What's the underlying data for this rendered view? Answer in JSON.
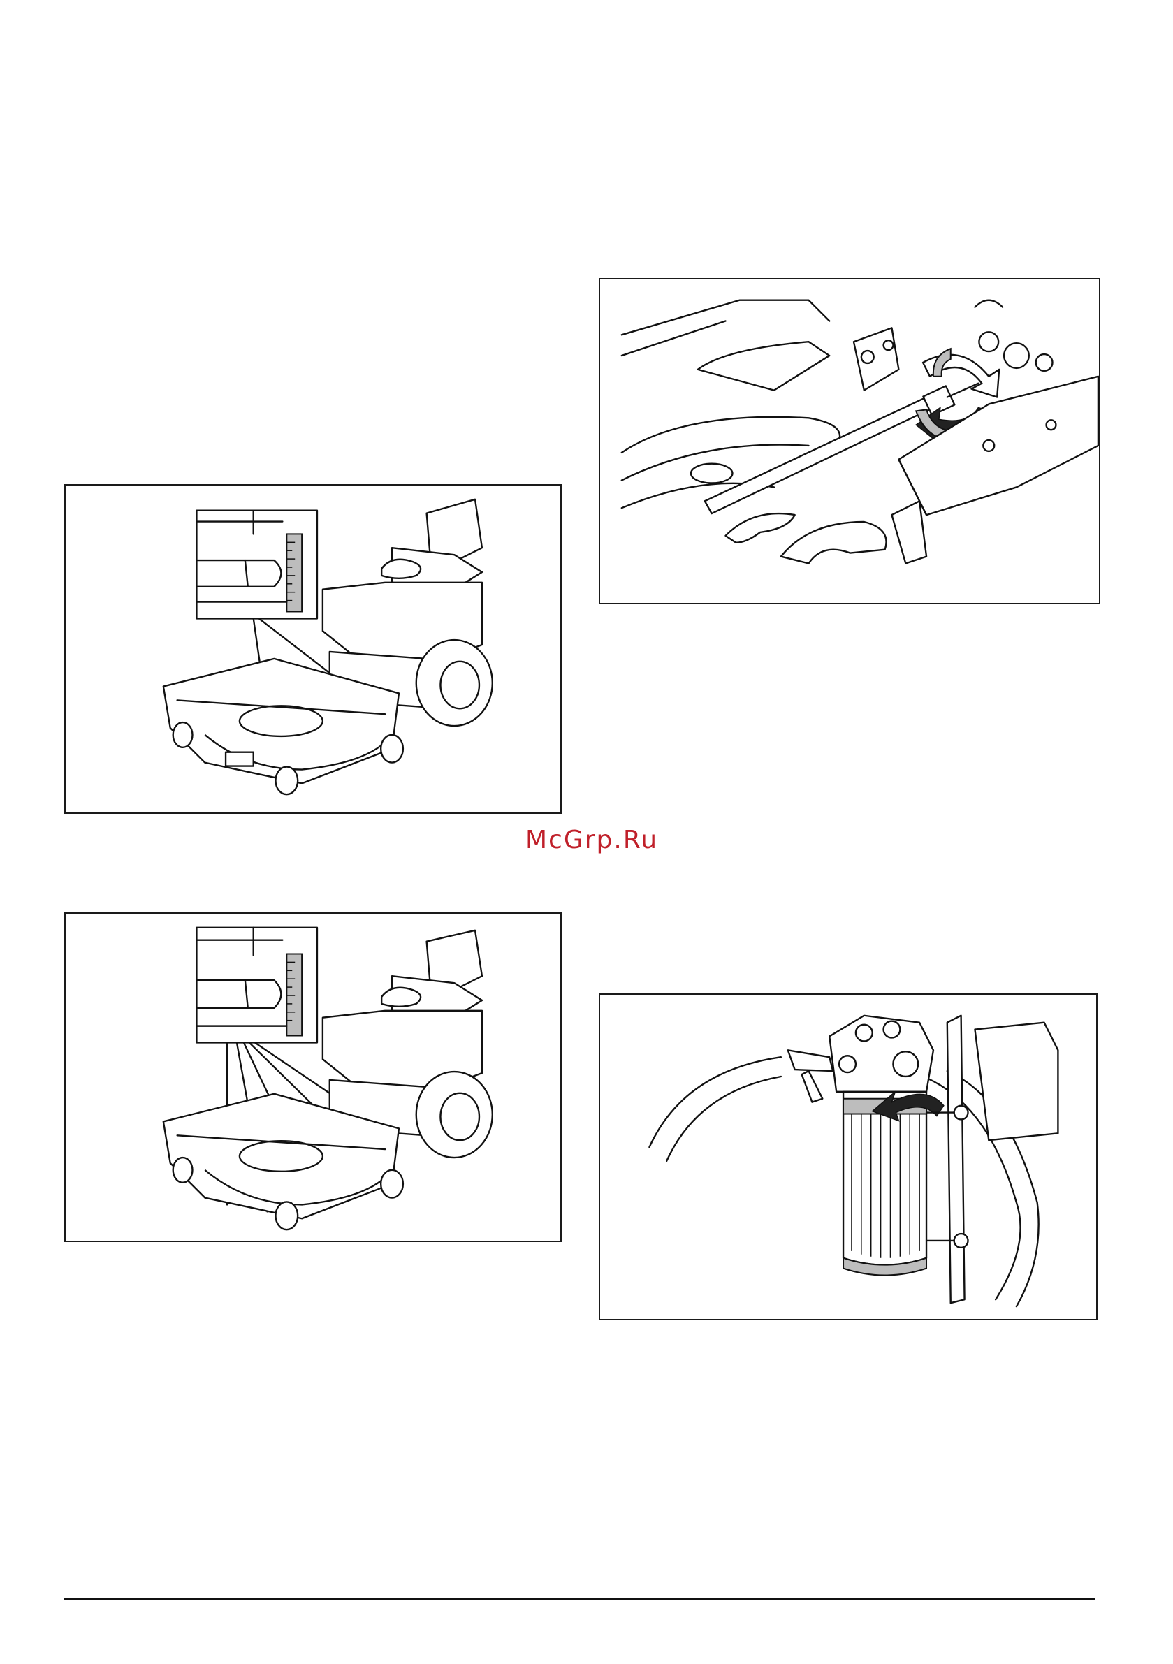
{
  "watermark": "McGrp.Ru",
  "colors": {
    "watermark": "#c0202a",
    "line": "#111111",
    "gauge_gray": "#bdbdbd"
  },
  "figures": [
    {
      "id": "mower-height-single-gauge",
      "icon": "mower-deck-height-illustration"
    },
    {
      "id": "mower-height-multi-gauge",
      "icon": "mower-deck-height-multi-illustration"
    },
    {
      "id": "linkage-rod-adjustment",
      "icon": "rod-turnbuckle-rotate-illustration"
    },
    {
      "id": "fuel-filter-removal",
      "icon": "filter-unscrew-illustration"
    }
  ]
}
